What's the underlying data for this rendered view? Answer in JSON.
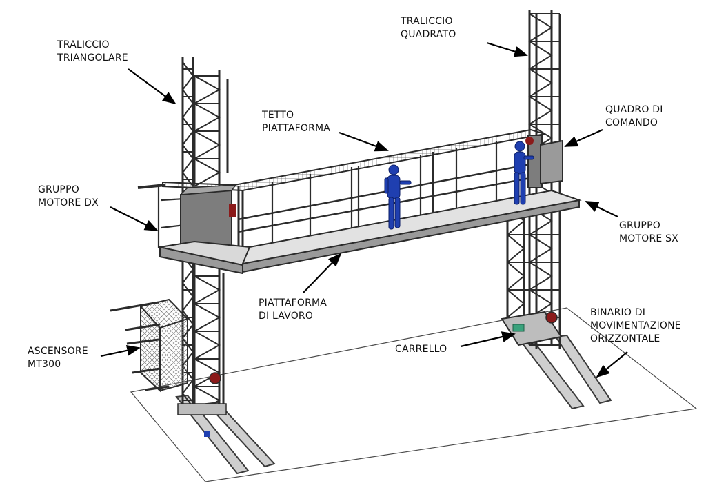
{
  "labels": {
    "traliccio_triangolare": [
      "TRALICCIO",
      "TRIANGOLARE"
    ],
    "traliccio_quadrato": [
      "TRALICCIO",
      "QUADRATO"
    ],
    "tetto_piattaforma": [
      "TETTO",
      "PIATTAFORMA"
    ],
    "quadro_di_comando": [
      "QUADRO DI",
      "COMANDO"
    ],
    "gruppo_motore_dx": [
      "GRUPPO",
      "MOTORE DX"
    ],
    "gruppo_motore_sx": [
      "GRUPPO",
      "MOTORE SX"
    ],
    "piattaforma_di_lavoro": [
      "PIATTAFORMA",
      "DI LAVORO"
    ],
    "ascensore": [
      "ASCENSORE",
      "MT300"
    ],
    "carrello": [
      "CARRELLO"
    ],
    "binario": [
      "BINARIO DI",
      "MOVIMENTAZIONE",
      "ORIZZONTALE"
    ]
  },
  "colors": {
    "structure": "#2b2b2b",
    "mesh": "#6e6e6e",
    "panel": "#8a8a8a",
    "figure": "#1f3fb0",
    "motor_accent": "#8b1a1a",
    "floor_line": "#4a4a4a"
  }
}
